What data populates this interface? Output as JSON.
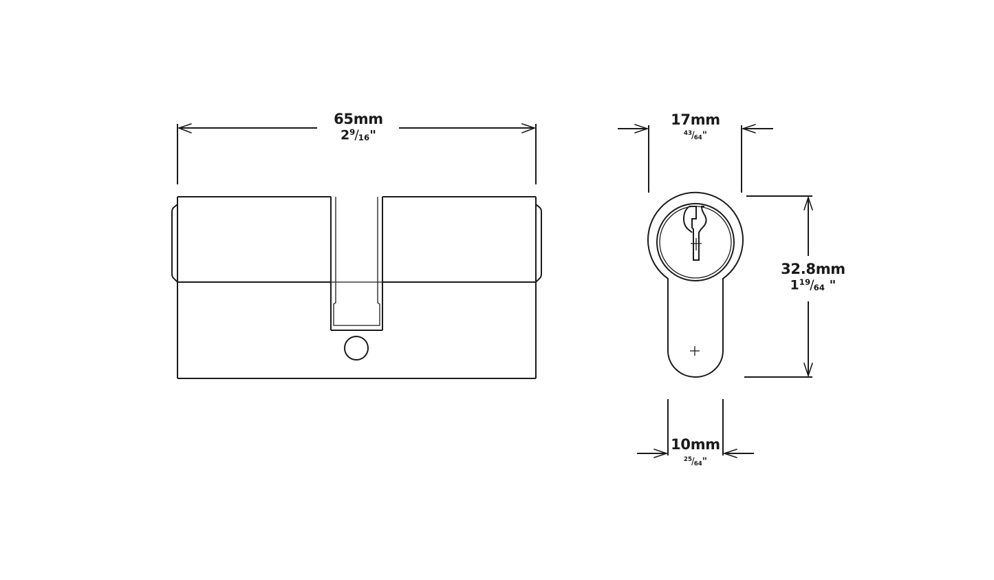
{
  "diagram": {
    "subject": "euro profile double cylinder lock",
    "stroke_color": "#1a1a1a",
    "background": "#ffffff",
    "views": {
      "side_view": {
        "name": "side view"
      },
      "front_view": {
        "name": "front profile view"
      }
    },
    "dimensions": {
      "length": {
        "mm": "65mm",
        "inch_whole": "2",
        "inch_num": "9",
        "inch_den": "16",
        "inch_mark": "\""
      },
      "width": {
        "mm": "17mm",
        "inch_whole": "",
        "inch_num": "43",
        "inch_den": "64",
        "inch_mark": "\""
      },
      "height": {
        "mm": "32.8mm",
        "inch_whole": "1",
        "inch_num": "19",
        "inch_den": "64",
        "inch_mark": " \""
      },
      "cam_width": {
        "mm": "10mm",
        "inch_whole": "",
        "inch_num": "25",
        "inch_den": "64",
        "inch_mark": "\""
      }
    }
  }
}
